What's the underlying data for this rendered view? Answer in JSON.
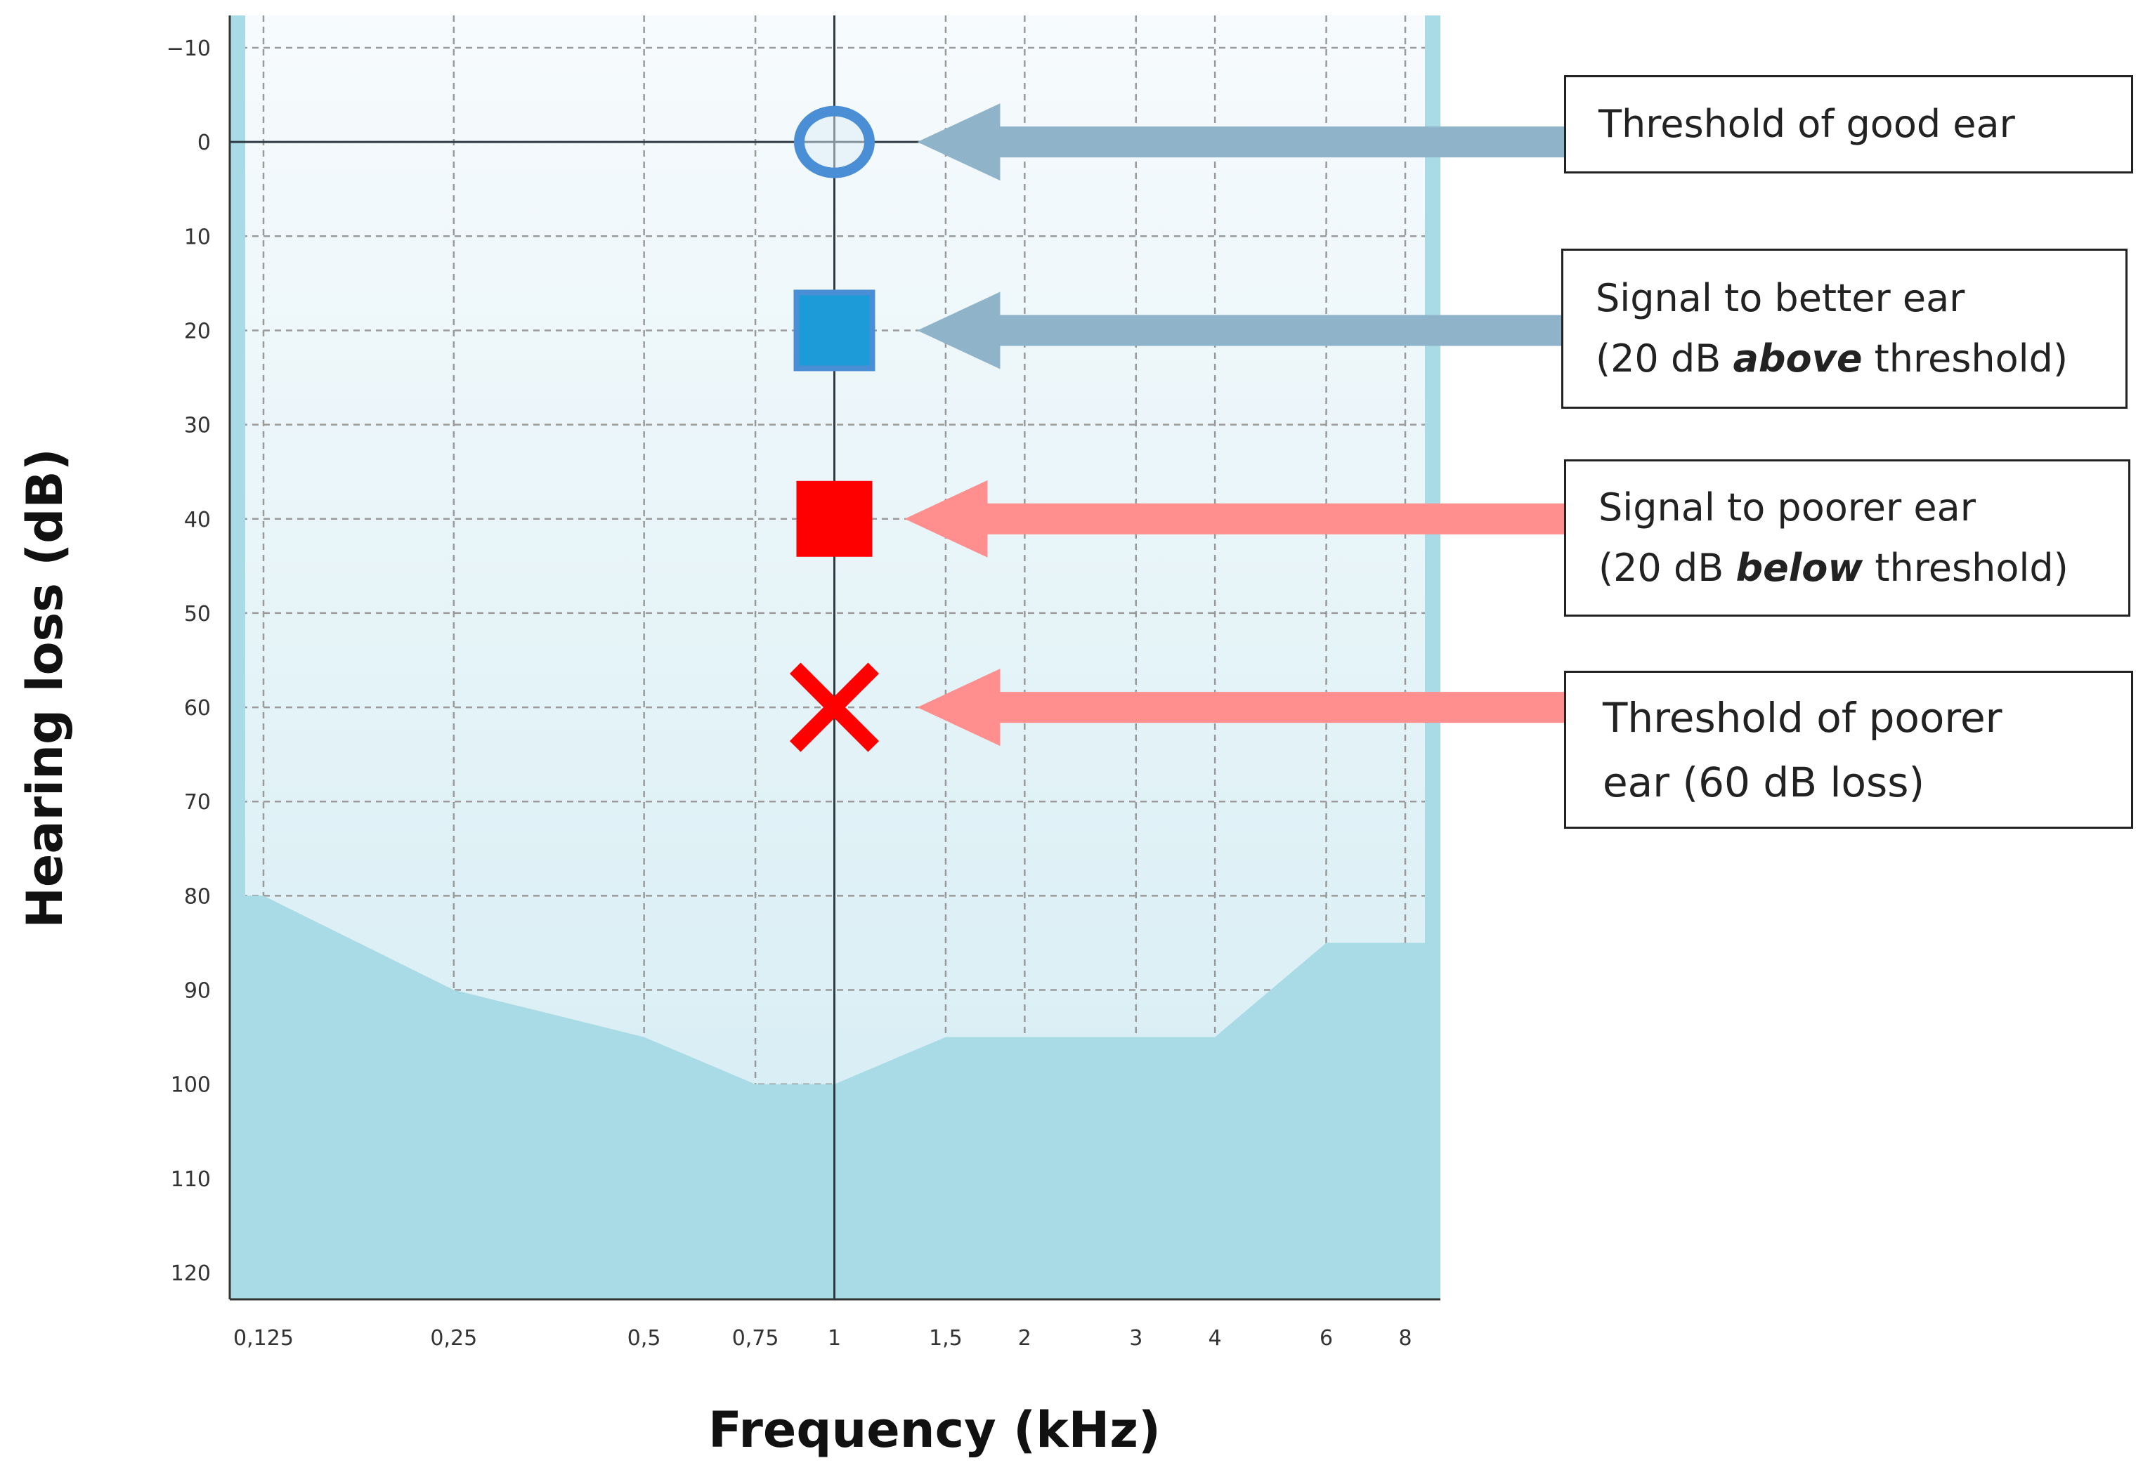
{
  "chart_data": {
    "type": "scatter",
    "title": "",
    "xlabel": "Frequency (kHz)",
    "ylabel": "Hearing loss (dB)",
    "x_scale": "log",
    "y_inverted": true,
    "ylim": [
      -10,
      120
    ],
    "xlim": [
      0.125,
      8
    ],
    "grid": true,
    "x_ticks": [
      {
        "value": 0.125,
        "label": "0,125"
      },
      {
        "value": 0.25,
        "label": "0,25"
      },
      {
        "value": 0.5,
        "label": "0,5"
      },
      {
        "value": 0.75,
        "label": "0,75"
      },
      {
        "value": 1,
        "label": "1"
      },
      {
        "value": 1.5,
        "label": "1,5"
      },
      {
        "value": 2,
        "label": "2"
      },
      {
        "value": 3,
        "label": "3"
      },
      {
        "value": 4,
        "label": "4"
      },
      {
        "value": 6,
        "label": "6"
      },
      {
        "value": 8,
        "label": "8"
      }
    ],
    "y_ticks": [
      {
        "value": -10,
        "label": "−10"
      },
      {
        "value": 0,
        "label": "0"
      },
      {
        "value": 10,
        "label": "10"
      },
      {
        "value": 20,
        "label": "20"
      },
      {
        "value": 30,
        "label": "30"
      },
      {
        "value": 40,
        "label": "40"
      },
      {
        "value": 50,
        "label": "50"
      },
      {
        "value": 60,
        "label": "60"
      },
      {
        "value": 70,
        "label": "70"
      },
      {
        "value": 80,
        "label": "80"
      },
      {
        "value": 90,
        "label": "90"
      },
      {
        "value": 100,
        "label": "100"
      },
      {
        "value": 110,
        "label": "110"
      },
      {
        "value": 120,
        "label": "120"
      }
    ],
    "limit_curve": [
      {
        "x": 0.125,
        "y": 80
      },
      {
        "x": 0.25,
        "y": 90
      },
      {
        "x": 0.5,
        "y": 95
      },
      {
        "x": 0.75,
        "y": 100
      },
      {
        "x": 1,
        "y": 100
      },
      {
        "x": 1.5,
        "y": 95
      },
      {
        "x": 4,
        "y": 95
      },
      {
        "x": 6,
        "y": 85
      },
      {
        "x": 8,
        "y": 85
      }
    ],
    "markers": [
      {
        "id": "good-threshold",
        "shape": "circle",
        "x": 1,
        "y": 0,
        "color": "#4a8fd6"
      },
      {
        "id": "better-signal",
        "shape": "square",
        "x": 1,
        "y": 20,
        "color": "#1c9bd8"
      },
      {
        "id": "poorer-signal",
        "shape": "square",
        "x": 1,
        "y": 40,
        "color": "#ff0000"
      },
      {
        "id": "poorer-threshold",
        "shape": "x",
        "x": 1,
        "y": 60,
        "color": "#ff0000"
      }
    ],
    "colors": {
      "shade": "#a8dbe6",
      "band": "#a8dbe6",
      "grid": "#9a9a9a",
      "arrow_blue": "#8fb3c8",
      "arrow_red": "#ff8e8e"
    }
  },
  "annotations": {
    "good_threshold": {
      "line1": "Threshold of good ear"
    },
    "better_signal": {
      "line1": "Signal to better ear",
      "line2_pre": "(20 dB ",
      "line2_emph": "above",
      "line2_post": " threshold)"
    },
    "poorer_signal": {
      "line1": "Signal to poorer ear",
      "line2_pre": "(20 dB ",
      "line2_emph": "below",
      "line2_post": " threshold)"
    },
    "poorer_threshold": {
      "line1": "Threshold of poorer",
      "line2": "ear (60 dB loss)"
    }
  }
}
